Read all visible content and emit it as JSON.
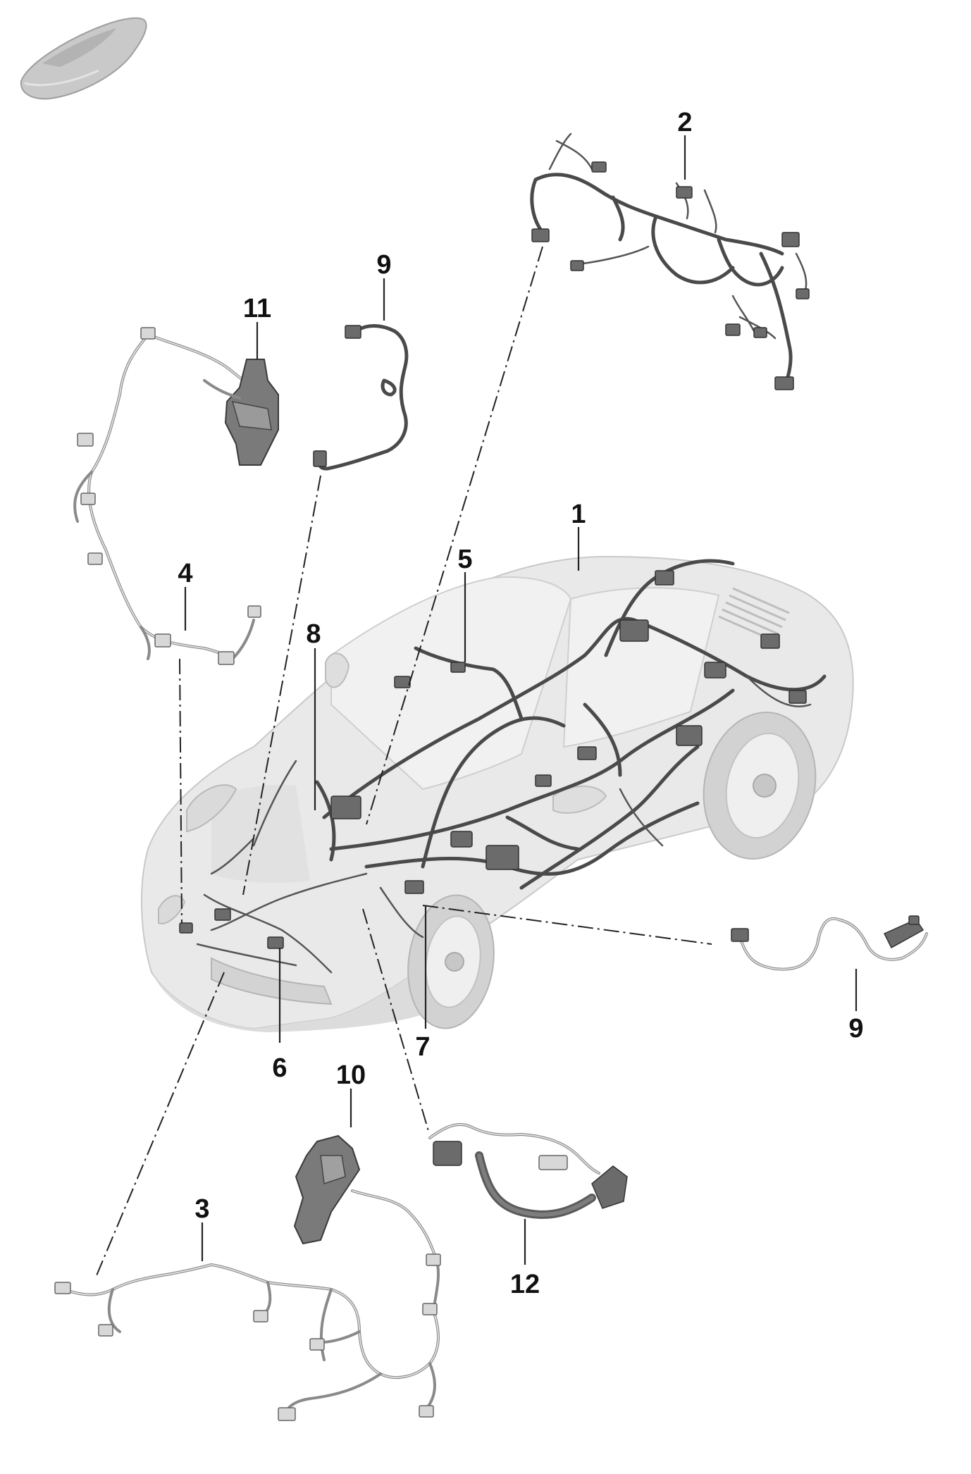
{
  "callouts": [
    {
      "id": "1",
      "label": "1"
    },
    {
      "id": "2",
      "label": "2"
    },
    {
      "id": "3",
      "label": "3"
    },
    {
      "id": "4",
      "label": "4"
    },
    {
      "id": "5",
      "label": "5"
    },
    {
      "id": "6",
      "label": "6"
    },
    {
      "id": "7",
      "label": "7"
    },
    {
      "id": "8",
      "label": "8"
    },
    {
      "id": "9a",
      "label": "9"
    },
    {
      "id": "9b",
      "label": "9"
    },
    {
      "id": "10",
      "label": "10"
    },
    {
      "id": "11",
      "label": "11"
    },
    {
      "id": "12",
      "label": "12"
    }
  ]
}
